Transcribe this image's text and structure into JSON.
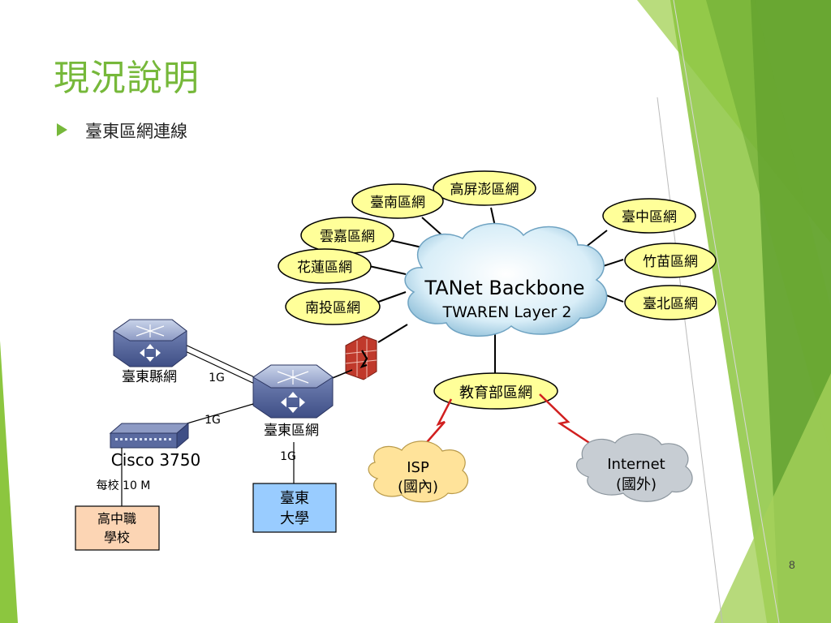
{
  "slide": {
    "title": "現況說明",
    "bullet": "臺東區網連線",
    "page_number": "8"
  },
  "backbone": {
    "name": "TANet Backbone",
    "subtitle": "TWAREN Layer 2"
  },
  "regional_networks": [
    "高屏澎區網",
    "臺南區網",
    "雲嘉區網",
    "花蓮區網",
    "南投區網",
    "臺中區網",
    "竹苗區網",
    "臺北區網"
  ],
  "moe_network": "教育部區網",
  "isp": {
    "line1": "ISP",
    "line2": "(國內)"
  },
  "internet": {
    "line1": "Internet",
    "line2": "(國外)"
  },
  "devices": {
    "county_net": "臺東縣網",
    "taitung_net": "臺東區網",
    "switch_model": "Cisco 3750"
  },
  "links": {
    "county_link": "1G",
    "switch_link": "1G",
    "univ_link": "1G"
  },
  "per_school": "每校 10 M",
  "university": {
    "line1": "臺東",
    "line2": "大學"
  },
  "schools": {
    "line1": "高中職",
    "line2": "學校"
  },
  "colors": {
    "accent_green": "#76b83a",
    "label_yellow": "#ffff99",
    "cloud_blue": "#bfe3f3",
    "isp_cloud": "#ffe39a",
    "internet_cloud": "#c7cdd3",
    "firewall_red": "#c0392b"
  }
}
